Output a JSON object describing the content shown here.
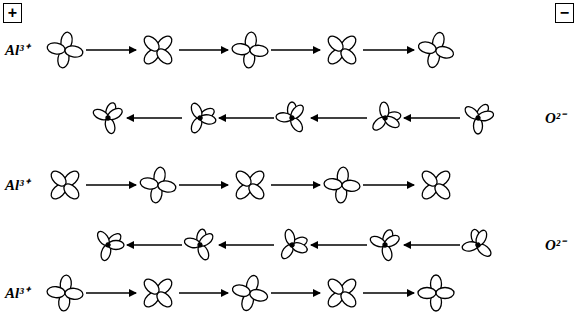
{
  "diagram": {
    "nodes": [
      {
        "text": [
          "+"
        ]
      },
      {
        "text": [
          "−"
        ]
      }
    ],
    "labels": [
      "Al³⁺",
      "O²⁻",
      "Al³⁺",
      "O²⁻",
      "Al³⁺"
    ]
  }
}
